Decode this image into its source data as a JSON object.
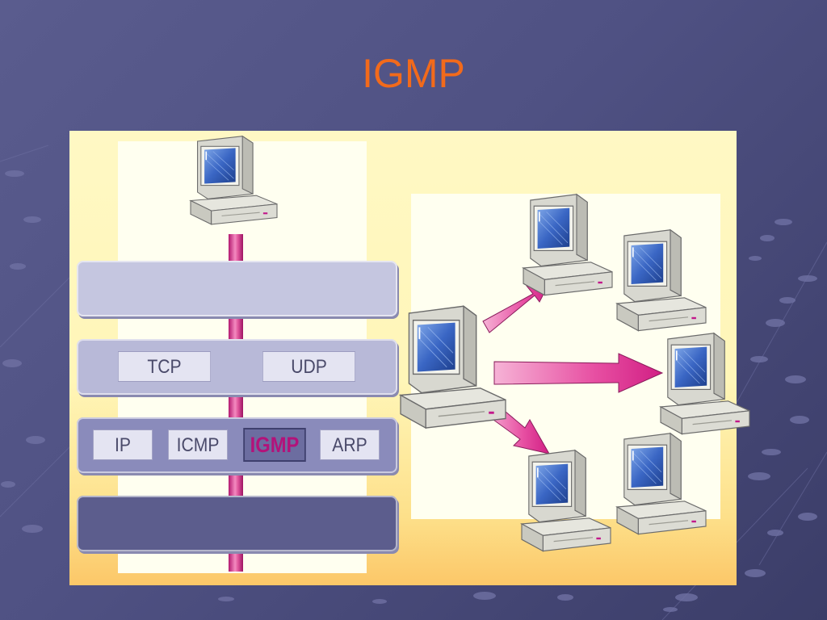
{
  "slide": {
    "title": "IGMP",
    "title_color": "#f26a1b"
  },
  "protocol_stack": {
    "transport_layer": {
      "protocols": [
        "TCP",
        "UDP"
      ]
    },
    "internet_layer": {
      "protocols": [
        "IP",
        "ICMP",
        "IGMP",
        "ARP"
      ],
      "highlighted": "IGMP"
    }
  },
  "network": {
    "sender": "computer-icon",
    "receivers": [
      "computer-icon",
      "computer-icon",
      "computer-icon",
      "computer-icon",
      "computer-icon"
    ],
    "arrow_color": "#e0409a"
  }
}
